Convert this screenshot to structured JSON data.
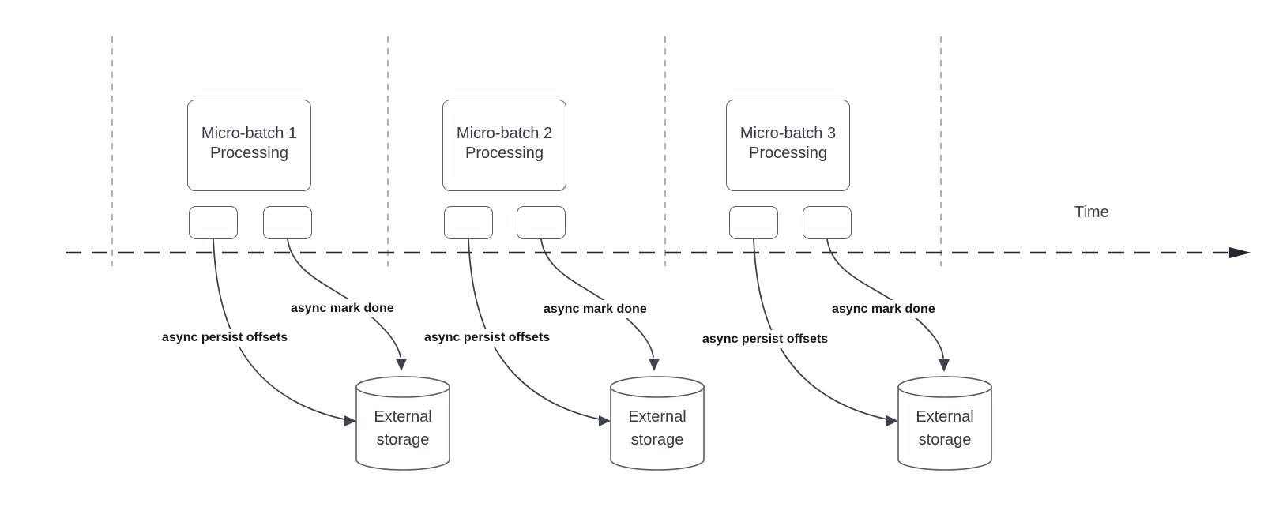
{
  "time_axis": {
    "label": "Time"
  },
  "groups": [
    {
      "box_label": "Micro-batch 1\nProcessing",
      "persist_label": "async persist offsets",
      "markdone_label": "async mark done",
      "storage_label": "External\nstorage"
    },
    {
      "box_label": "Micro-batch 2\nProcessing",
      "persist_label": "async persist offsets",
      "markdone_label": "async mark done",
      "storage_label": "External\nstorage"
    },
    {
      "box_label": "Micro-batch 3\nProcessing",
      "persist_label": "async persist offsets",
      "markdone_label": "async mark done",
      "storage_label": "External\nstorage"
    }
  ],
  "colors": {
    "canvas-bg": "#ffffff",
    "shape-stroke": "#59606b",
    "shape-text": "#343b46",
    "curve-stroke": "#3d434e",
    "axis-stroke": "#26282d",
    "guide-stroke": "#a9aaac",
    "label-text": "#16181d",
    "time-text": "#3d424c"
  }
}
